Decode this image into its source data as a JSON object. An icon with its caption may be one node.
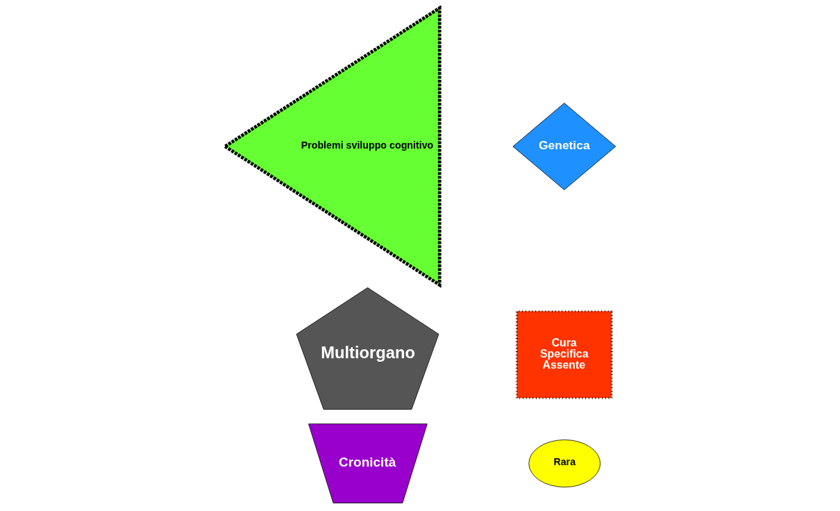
{
  "diagram": {
    "nodes": [
      {
        "text": [
          "Genetica"
        ]
      },
      {
        "text": [
          "Multiorgano"
        ]
      },
      {
        "text": [
          "Rara"
        ]
      },
      {
        "text": [
          "Cronicità"
        ]
      },
      {
        "text": [
          "Cura Specifica Assente"
        ]
      },
      {
        "text": [
          "Problemi sviluppo cognitivo"
        ]
      }
    ]
  }
}
